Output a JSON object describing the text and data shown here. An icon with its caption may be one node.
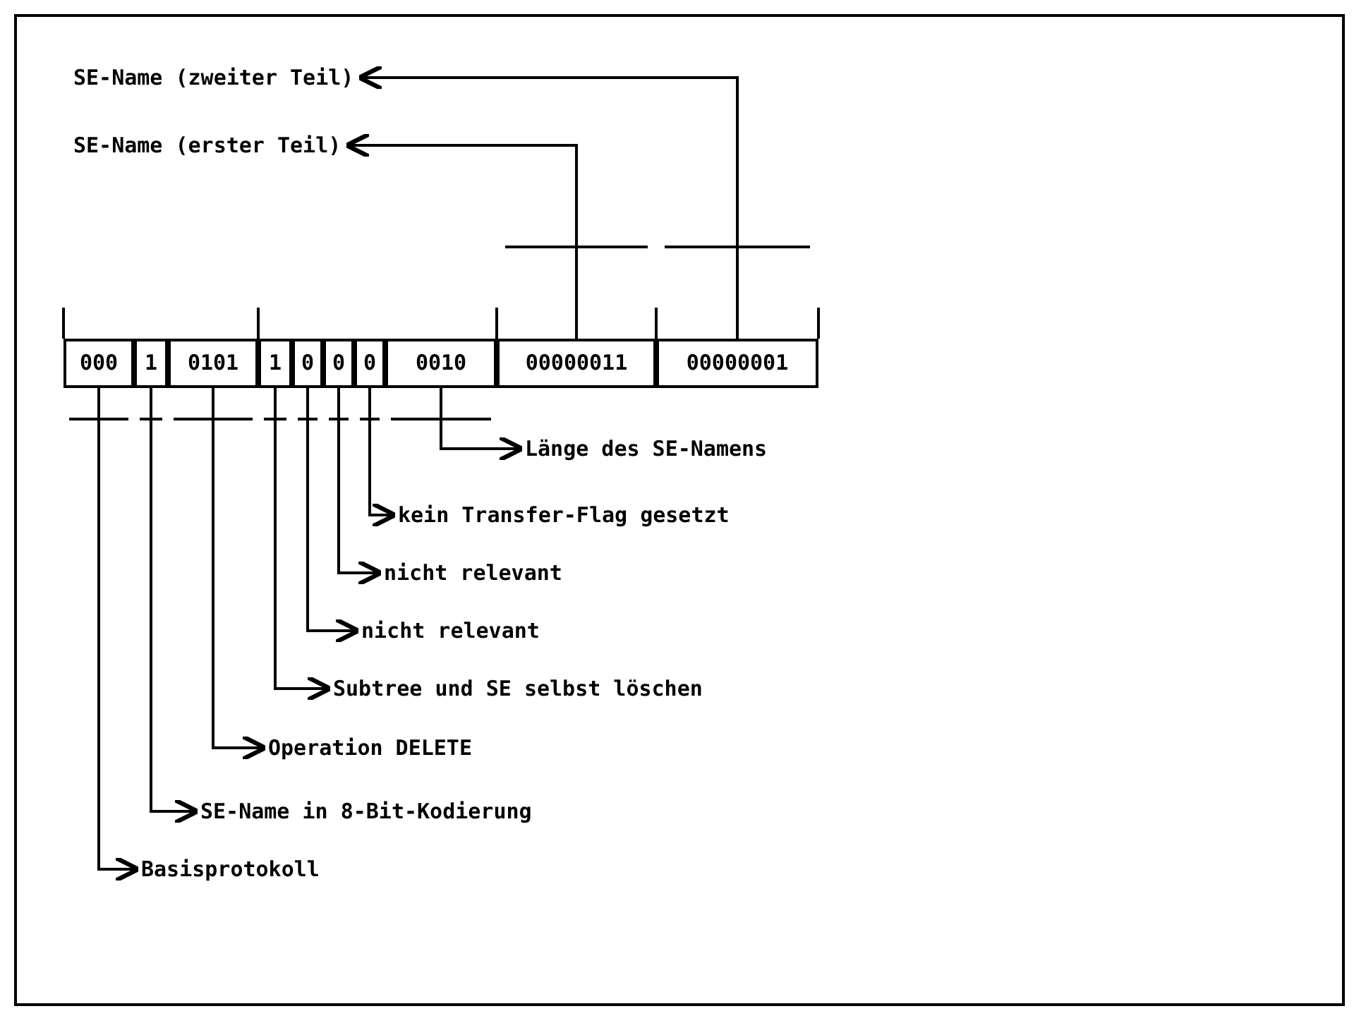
{
  "diagram": {
    "nodes": [
      {
        "text": [
          "SE-Name (zweiter Teil)"
        ]
      },
      {
        "text": [
          "SE-Name (erster Teil)"
        ]
      },
      {
        "text": [
          "000"
        ]
      },
      {
        "text": [
          "1"
        ]
      },
      {
        "text": [
          "0101"
        ]
      },
      {
        "text": [
          "1"
        ]
      },
      {
        "text": [
          "0"
        ]
      },
      {
        "text": [
          "0"
        ]
      },
      {
        "text": [
          "0"
        ]
      },
      {
        "text": [
          "0010"
        ]
      },
      {
        "text": [
          "00000011"
        ]
      },
      {
        "text": [
          "00000001"
        ]
      },
      {
        "text": [
          "Länge des SE-Namens"
        ]
      },
      {
        "text": [
          "kein Transfer-Flag gesetzt"
        ]
      },
      {
        "text": [
          "nicht relevant"
        ]
      },
      {
        "text": [
          "nicht relevant"
        ]
      },
      {
        "text": [
          "Subtree und SE selbst löschen"
        ]
      },
      {
        "text": [
          "Operation DELETE"
        ]
      },
      {
        "text": [
          "SE-Name in 8-Bit-Kodierung"
        ]
      },
      {
        "text": [
          "Basisprotokoll"
        ]
      }
    ],
    "edges": [
      {
        "from": 11,
        "to": 0,
        "arrow": "to"
      },
      {
        "from": 10,
        "to": 1,
        "arrow": "to"
      },
      {
        "from": 9,
        "to": 12,
        "arrow": "to"
      },
      {
        "from": 8,
        "to": 13,
        "arrow": "to"
      },
      {
        "from": 7,
        "to": 14,
        "arrow": "to"
      },
      {
        "from": 6,
        "to": 15,
        "arrow": "to"
      },
      {
        "from": 5,
        "to": 16,
        "arrow": "to"
      },
      {
        "from": 4,
        "to": 17,
        "arrow": "to"
      },
      {
        "from": 3,
        "to": 18,
        "arrow": "to"
      },
      {
        "from": 2,
        "to": 19,
        "arrow": "to"
      }
    ]
  }
}
